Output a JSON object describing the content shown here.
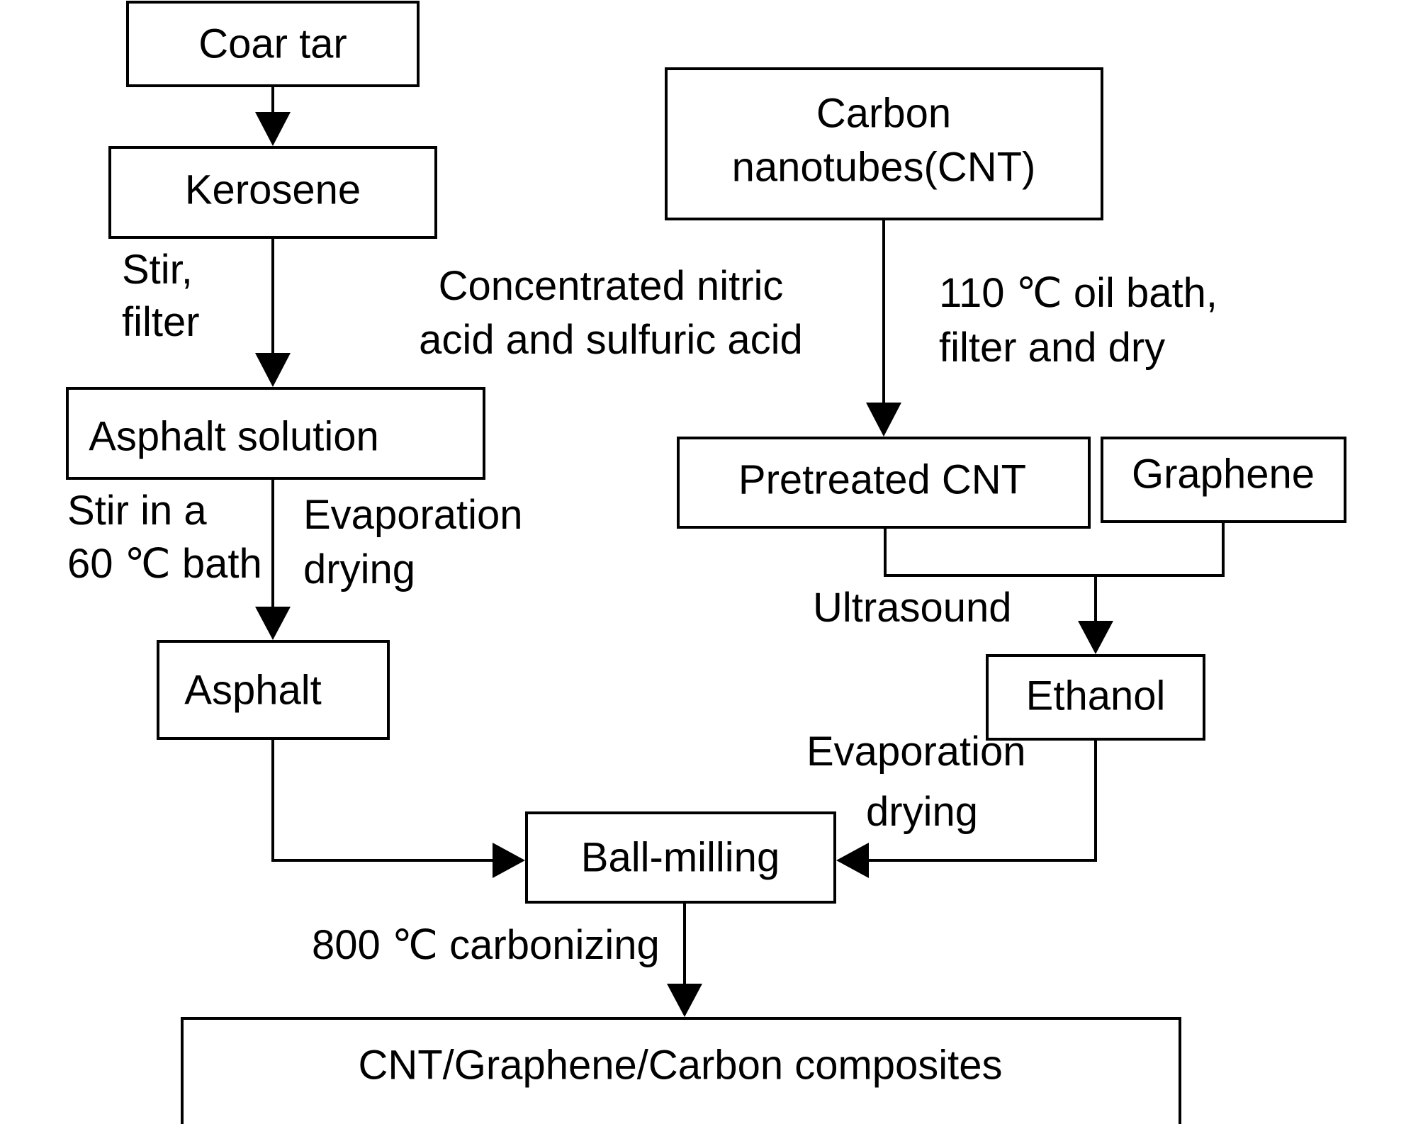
{
  "nodes": {
    "coal_tar": "Coar tar",
    "kerosene": "Kerosene",
    "asphalt_solution": "Asphalt solution",
    "asphalt": "Asphalt",
    "cnt_line1": "Carbon",
    "cnt_line2": "nanotubes(CNT)",
    "pretreated_cnt": "Pretreated CNT",
    "graphene": "Graphene",
    "ethanol": "Ethanol",
    "ball_milling": "Ball-milling",
    "composites": "CNT/Graphene/Carbon composites"
  },
  "labels": {
    "stir_filter_1": "Stir,",
    "stir_filter_2": "filter",
    "acid_1": "Concentrated nitric",
    "acid_2": "acid and sulfuric acid",
    "oil_bath_1": "110 ℃ oil bath,",
    "oil_bath_2": "filter and dry",
    "stir_bath_1": "Stir in a",
    "stir_bath_2": "60 ℃  bath",
    "evap_left_1": "Evaporation",
    "evap_left_2": "drying",
    "ultrasound": "Ultrasound",
    "evap_right_1": "Evaporation",
    "evap_right_2": "drying",
    "carbonizing": "800 ℃  carbonizing"
  }
}
